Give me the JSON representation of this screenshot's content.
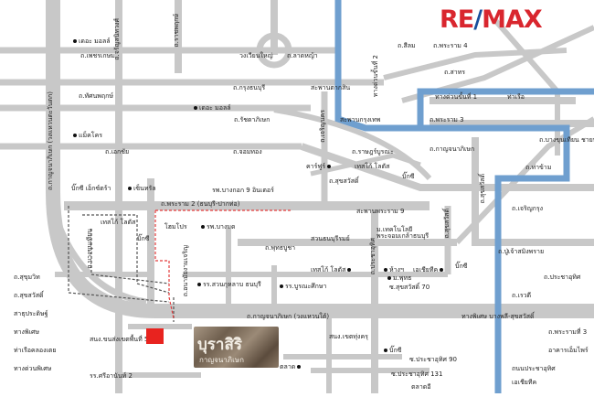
{
  "brand": {
    "re": "RE",
    "slash": "/",
    "max": "MAX",
    "color_red": "#d9262e",
    "color_blue": "#1a4f9c"
  },
  "sign": {
    "line1": "บุราสิริ",
    "line2": "กาญจนาภิเษก"
  },
  "colors": {
    "road": "#c8c8c8",
    "expressway": "#6f9fcf",
    "route_dash": "#555555",
    "red_route": "#e33b3b",
    "marker": "#e8231f"
  },
  "roads": {
    "r1": "ถ.พระราม 4",
    "r2": "ถ.สีลม",
    "r3": "ถ.สาทร",
    "r4": "ถ.ลาดหญ้า",
    "r5": "วงเวียนใหญ่",
    "r6": "ถ.เพชรเกษม",
    "r7": "ถ.กรุงธนบุรี",
    "r8": "สะพานตากสิน",
    "r9": "ถ.รัชดาภิเษก",
    "r10": "สะพานกรุงเทพ",
    "r11": "ถ.พระราม 3",
    "r12": "ทางด่วนขั้นที่ 1",
    "r13": "ท่าเรือ",
    "r14": "ถ.เจริญกรุง",
    "r15": "ถ.ทัศนพฤกษ์",
    "r16": "ถ.เอกชัย",
    "r17": "ถ.จอมทอง",
    "r18": "ถ.ราษฎร์บูรณะ",
    "r19": "ถ.สุขสวัสดิ์",
    "r20": "สะพานพระราม 9",
    "r21": "ถ.พระราม 2 (ธนบุรี-ปากท่อ)",
    "r22": "ถ.พุทธบูชา",
    "r23": "ถ.กาญจนาภิเษก (วงแหวนใต้)",
    "r24": "ทางพิเศษ บางพลี-สุขสวัสดิ์",
    "r25": "ถ.กาญจนาภิเษก (วงแหวนตะวันตก)",
    "r26": "ถ.บางขุนเทียน",
    "r27": "ถ.ประชาอุทิศ",
    "r28": "ถ.ปู่เจ้าสมิงพราย",
    "r29": "ถ.เรวดี",
    "r30": "ถ.จรัญสนิทวงศ์",
    "r31": "ถ.ราชพฤกษ์",
    "r32": "ถ.เจริญนคร",
    "r33": "ทางด่วนขั้นที่ 2",
    "r34": "ถ.สุขสวัสดิ์",
    "r35": "ถ.บางขุนเทียน ชายทะเล",
    "r36": "ถ.ท่าข้าม",
    "r37": "ถ.ประชาอุทิศ",
    "r38": "ถ.สุขสวัสดิ์",
    "r39": "ถ.พระรามที่ 3",
    "r40": "อาคารเอ็มไพร์",
    "r41": "ซ.ประชาอุทิศ 90",
    "r42": "ซ.ประชาอุทิศ 131",
    "r43": "ซ.สุขสวัสดิ์ 70",
    "r44": "ถ.อนามัยงามเจริญ",
    "r45": "ถ.กาญจนาภิเษก",
    "r46": "ถ.สุขุมวิท",
    "r47": "ถ.สุขสวัสดิ์"
  },
  "pois": {
    "p1": "เดอะ มอลล์",
    "p2": "เดอะ มอลล์",
    "p3": "แม็คโคร",
    "p4": "บิ๊กซี เอ็กซ์ตร้า",
    "p5": "เซ็นทรัล",
    "p6": "คาร์ฟูร์",
    "p7": "เทสโก้ โลตัส",
    "p8": "รพ.บางกอก 9 อินเตอร์",
    "p9": "เทสโก้ โลตัส",
    "p10": "บิ๊กซี",
    "p11": "โฮมโปร",
    "p12": "รพ.บางมด",
    "p13": "สวนธนบุรีรมย์",
    "p14": "ม.เทคโนโลยีพระจอมเกล้าธนบุรี",
    "p15": "เทสโก้ โลตัส",
    "p16": "บิ๊กซี",
    "p17": "เอเชียทีค",
    "p18": "รร.สวนกุหลาบ ธนบุรี",
    "p19": "รร.บูรณะศึกษา",
    "p20": "ห้างฯ",
    "p21": "ม.พุทธ",
    "p22": "สนง.ขนส่งเขตพื้นที่ 5",
    "p23": "สนง.เขตทุ่งครุ",
    "p24": "บิ๊กซี",
    "p25": "รร.ศรีอานันท์ 2",
    "p26": "ตลาด",
    "p27": "สาธุประดิษฐ์",
    "p28": "ทางพิเศษ",
    "p29": "ท่าเรือคลองเตย",
    "p30": "ทางด่วนพิเศษ",
    "p31": "บิ๊กซี",
    "p32": "ตลาดอี",
    "p33": "ถนนประชาอุทิศ",
    "p34": "เอเชียทีค"
  }
}
